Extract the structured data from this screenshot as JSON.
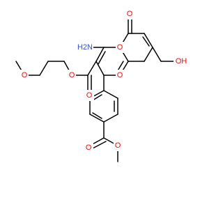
{
  "molecule": {
    "colors": {
      "oxygen": "#ff0d0d",
      "nitrogen": "#3050f8",
      "bond": "#000000",
      "background": "#ffffff"
    },
    "labels": {
      "o_pyran_left": "O",
      "o_pyran_right": "O",
      "o_ketone": "O",
      "oh": "OH",
      "nh2": "H2N",
      "o_ester_carbonyl": "O",
      "o_ester_link": "O",
      "o_methoxyethyl": "O",
      "o_methyl_ester_carbonyl": "O",
      "o_methyl_ester_link": "O"
    }
  }
}
